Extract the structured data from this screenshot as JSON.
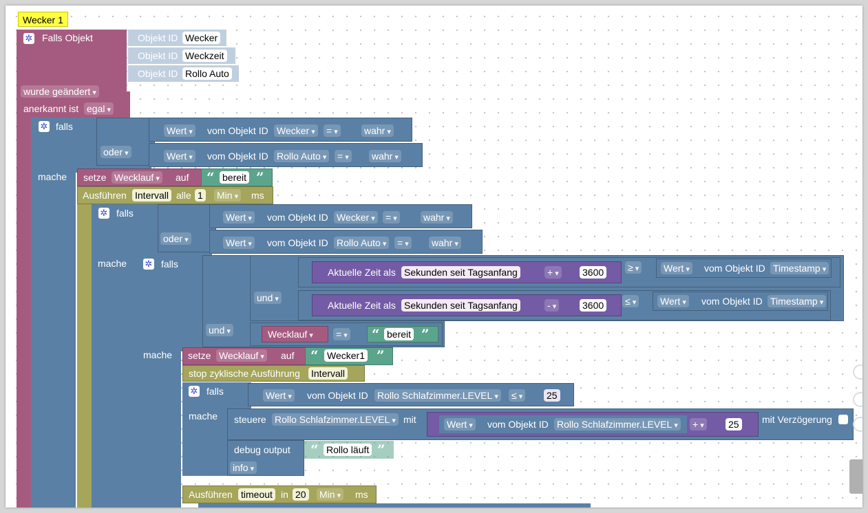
{
  "comment": "Wecker 1",
  "ev": {
    "title": "Falls Objekt",
    "oid": "Objekt ID",
    "o1": "Wecker",
    "o2": "Weckzeit",
    "o3": "Rollo Auto",
    "chg": "wurde geändert",
    "ack": "anerkannt ist",
    "ackv": "egal"
  },
  "kw": {
    "falls": "falls",
    "oder": "oder",
    "und": "und",
    "mache": "mache",
    "wert": "Wert",
    "vom": "vom Objekt ID",
    "eq": "=",
    "ge": "≥",
    "le": "≤",
    "plus": "+",
    "minus": "-",
    "wahr": "wahr",
    "setze": "setze",
    "auf": "auf",
    "ausf": "Ausführen",
    "alle": "alle",
    "ms": "ms",
    "in": "in",
    "min": "Min",
    "intervall": "Intervall",
    "timeout": "timeout",
    "zeit": "Aktuelle Zeit als",
    "sek": "Sekunden seit Tagsanfang",
    "stop": "stop zyklische Ausführung",
    "steuere": "steuere",
    "mit": "mit",
    "verz": "mit Verzögerung",
    "debug": "debug output",
    "info": "info"
  },
  "vals": {
    "wecker": "Wecker",
    "rollo_auto": "Rollo Auto",
    "wecklauf": "Wecklauf",
    "bereit": "bereit",
    "wecker1": "Wecker1",
    "timestamp": "Timestamp",
    "n1": "1",
    "n3600": "3600",
    "n20": "20",
    "n25": "25",
    "level": "Rollo Schlafzimmer.LEVEL",
    "rollo_laeuft": "Rollo läuft"
  },
  "colors": {
    "event": "#a55b80",
    "logic": "#5b80a5",
    "text": "#5ba58c",
    "loop": "#a5a55b",
    "time": "#745ba5"
  }
}
